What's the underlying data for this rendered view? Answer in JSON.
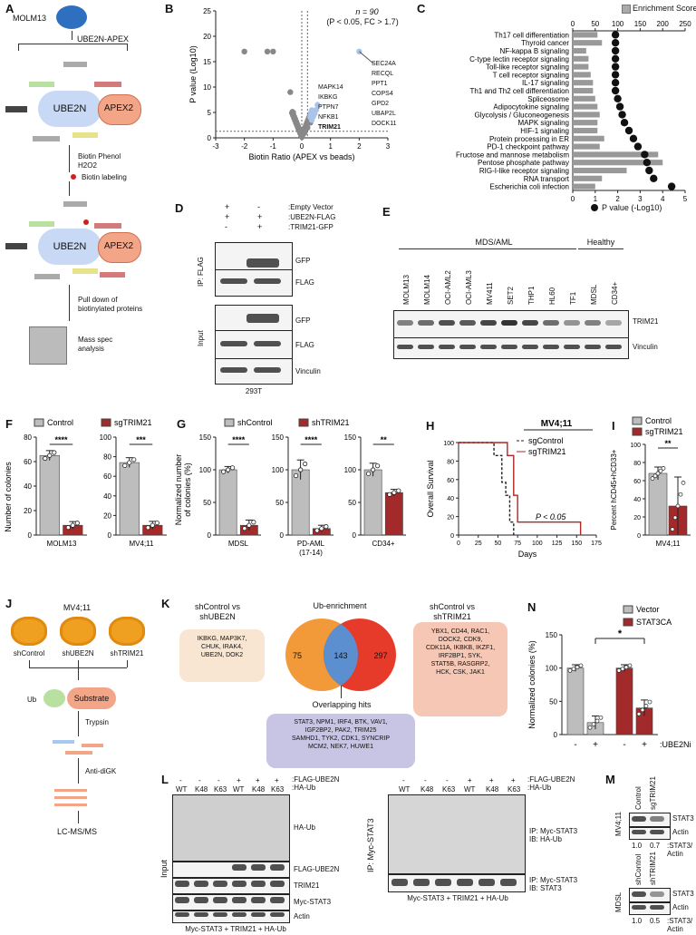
{
  "labels": {
    "A": "A",
    "B": "B",
    "C": "C",
    "D": "D",
    "E": "E",
    "F": "F",
    "G": "G",
    "H": "H",
    "I": "I",
    "J": "J",
    "K": "K",
    "L": "L",
    "M": "M",
    "N": "N"
  },
  "panelA": {
    "cell": "MOLM13",
    "construct": "UBE2N-APEX",
    "ube2n": "UBE2N",
    "apex2": "APEX2",
    "step1": "Biotin Phenol",
    "step1b": "H2O2",
    "biotin": "Biotin labeling",
    "step2": "Pull down of",
    "step2b": "biotinylated proteins",
    "step3": "Mass spec",
    "step3b": "analysis"
  },
  "panelB": {
    "n_label": "n = 90",
    "criteria": "(P < 0.05, FC > 1.7)",
    "hits_right": [
      "SEC24A",
      "RECQL",
      "PPT1",
      "COPS4",
      "GPD2",
      "UBAP2L",
      "DOCK11"
    ],
    "hits_left": [
      "MAPK14",
      "IKBKG",
      "PTPN7",
      "NFKB1",
      "TRIM21"
    ]
  },
  "panelC": {
    "legend_bar": "Enrichment Score",
    "legend_dot": "P value (-Log10)"
  },
  "panelD": {
    "rows": [
      ":Empty Vector",
      ":UBE2N-FLAG",
      ":TRIM21-GFP"
    ],
    "signs": [
      [
        "+",
        "-"
      ],
      [
        "+",
        "+"
      ],
      [
        "-",
        "+"
      ]
    ],
    "ip": "IP: FLAG",
    "input": "Input",
    "blots": [
      "GFP",
      "FLAG",
      "GFP",
      "FLAG",
      "Vinculin"
    ],
    "cell": "293T"
  },
  "panelE": {
    "group1": "MDS/AML",
    "group2": "Healthy",
    "lanes": [
      "MOLM13",
      "MOLM14",
      "OCI-AML2",
      "OCI-AML3",
      "MV411",
      "SET2",
      "THP1",
      "HL60",
      "TF1",
      "MDSL",
      "CD34+"
    ],
    "blots": [
      "TRIM21",
      "Vinculin"
    ]
  },
  "panelF": {
    "legend": [
      "Control",
      "sgTRIM21"
    ],
    "ylabel": "Number of colonies",
    "groups": [
      "MOLM13",
      "MV4;11"
    ],
    "sig": [
      "****",
      "***"
    ]
  },
  "panelG": {
    "legend": [
      "shControl",
      "shTRIM21"
    ],
    "ylabel": "Normalized number\nof colonies (%)",
    "groups": [
      "MDSL",
      "PD-AML\n(17-14)",
      "CD34+"
    ],
    "sig": [
      "****",
      "****",
      "**"
    ]
  },
  "panelH": {
    "title": "MV4;11",
    "legend": [
      "sgControl",
      "sgTRIM21"
    ],
    "ylabel": "Overall Survival",
    "xlabel": "Days",
    "pval": "P < 0.05"
  },
  "panelI": {
    "legend": [
      "Control",
      "sgTRIM21"
    ],
    "ylabel": "Percent hCD45+hCD33+",
    "group": "MV4;11",
    "sig": "**"
  },
  "panelJ": {
    "title": "MV4;11",
    "groups": [
      "shControl",
      "shUBE2N",
      "shTRIM21"
    ],
    "ub": "Ub",
    "substrate": "Substrate",
    "trypsin": "Trypsin",
    "antidigk": "Anti-diGK",
    "lcms": "LC-MS/MS"
  },
  "panelK": {
    "left_title": "shControl vs\nshUBE2N",
    "right_title": "shControl vs\nshTRIM21",
    "center_title": "Ub-enrichment",
    "left_n": "75",
    "mid_n": "143",
    "right_n": "297",
    "left_genes": "IKBKG, MAP3K7,\nCHUK, IRAK4,\nUBE2N, DOK2",
    "right_genes": "YBX1, CD44, RAC1,\nDOCK2, CDK9,\nCDK11A, IKBKB, IKZF1,\nIRF2BP1, SYK,\nSTAT5B, RASGRP2,\nHCK, CSK, JAK1",
    "overlap_title": "Overlapping hits",
    "overlap_genes": "STAT3, NPM1, IRF4, BTK, VAV1,\nIGF2BP2, PAK2, TRIM25\nSAMHD1, TYK2, CDK1, SYNCRIP\nMCM2, NEK7, HUWE1"
  },
  "panelN": {
    "legend": [
      "Vector",
      "STAT3CA"
    ],
    "ylabel": "Normalized colonies (%)",
    "xlabel": ":UBE2Ni",
    "signs": [
      "-",
      "+",
      "-",
      "+"
    ],
    "sig": "*"
  },
  "panelL": {
    "row1": ":FLAG-UBE2N",
    "row2": ":HA-Ub",
    "signs": [
      "-",
      "-",
      "-",
      "+",
      "+",
      "+"
    ],
    "lanes": [
      "WT",
      "K48",
      "K63",
      "WT",
      "K48",
      "K63"
    ],
    "left_blots": [
      "HA-Ub",
      "FLAG-UBE2N",
      "TRIM21",
      "Myc-STAT3",
      "Actin"
    ],
    "input": "Input",
    "ip": "IP: Myc-STAT3",
    "right_blots": [
      "IP: Myc-STAT3\nIB: HA-Ub",
      "IP: Myc-STAT3\nIB: STAT3"
    ],
    "caption": "Myc-STAT3 + TRIM21 + HA-Ub"
  },
  "panelM": {
    "cols1": [
      "Control",
      "sgTRIM21"
    ],
    "cols2": [
      "shControl",
      "shTRIM21"
    ],
    "cell1": "MV4;11",
    "cell2": "MDSL",
    "blots": [
      "STAT3",
      "Actin"
    ],
    "vals1": [
      "1.0",
      "0.7"
    ],
    "vals2": [
      "1.0",
      "0.5"
    ],
    "ratio": ":STAT3/\nActin"
  },
  "chart_data": [
    {
      "type": "scatter",
      "title": "",
      "xlabel": "Biotin Ratio (APEX vs beads)",
      "ylabel": "P value (Log10)",
      "xlim": [
        -3,
        3
      ],
      "ylim": [
        0,
        25
      ],
      "xticks": [
        -3,
        -2,
        -1,
        0,
        1,
        2,
        3
      ],
      "yticks": [
        0,
        5,
        10,
        15,
        20,
        25
      ],
      "series": [
        {
          "name": "",
          "color": "#888888",
          "points": [
            [
              -2,
              17
            ],
            [
              -1.2,
              17
            ],
            [
              -1,
              17
            ],
            [
              -0.4,
              9
            ],
            [
              -0.3,
              5
            ],
            [
              -0.2,
              3
            ],
            [
              -0.1,
              1.5
            ],
            [
              0,
              0.4
            ],
            [
              0.1,
              1
            ],
            [
              0.2,
              2
            ],
            [
              0.3,
              3
            ]
          ]
        },
        {
          "name": "",
          "color": "#a9c4e8",
          "points": [
            [
              0.35,
              3.5
            ],
            [
              0.4,
              4.2
            ],
            [
              0.45,
              4.8
            ],
            [
              0.5,
              5.5
            ],
            [
              0.55,
              6.5
            ],
            [
              2,
              17
            ]
          ]
        }
      ]
    },
    {
      "type": "bar",
      "categories": [
        "Th17 cell differentiation",
        "Thyroid cancer",
        "NF-kappa B signaling",
        "C-type lectin receptor signaling",
        "Toll-like receptor signaling",
        "T cell receptor signaling",
        "IL-17 signaling",
        "Th1 and Th2 cell differentiation",
        "Spliceosome",
        "Adipocytokine signaling",
        "Glycolysis / Gluconeogenesis",
        "MAPK signaling",
        "HIF-1 signaling",
        "Protein processing in ER",
        "PD-1 checkpoint pathway",
        "Fructose and mannose metabolism",
        "Pentose phosphate pathway",
        "RIG-I-like receptor signaling",
        "RNA transport",
        "Escherichia coli infection"
      ],
      "series": [
        {
          "name": "Enrichment Score",
          "values": [
            55,
            65,
            30,
            35,
            35,
            40,
            45,
            45,
            50,
            55,
            60,
            55,
            55,
            70,
            60,
            190,
            200,
            120,
            65,
            50
          ]
        },
        {
          "name": "P value (-Log10)",
          "values": [
            1.9,
            1.9,
            1.9,
            1.9,
            1.9,
            1.9,
            1.9,
            1.9,
            2.0,
            2.1,
            2.2,
            2.3,
            2.5,
            2.7,
            2.9,
            3.2,
            3.3,
            3.4,
            3.6,
            4.4
          ]
        }
      ],
      "xlim_top": [
        0,
        250
      ],
      "xticks_top": [
        0,
        50,
        100,
        150,
        200,
        250
      ],
      "xlim_bottom": [
        0,
        5
      ],
      "xticks_bottom": [
        0,
        1,
        2,
        3,
        4,
        5
      ]
    },
    {
      "type": "bar",
      "ylabel": "Number of colonies",
      "subcharts": [
        {
          "group": "MOLM13",
          "ylim": [
            0,
            80
          ],
          "yticks": [
            0,
            20,
            40,
            60,
            80
          ],
          "values": [
            65,
            8
          ],
          "errors": [
            4,
            3
          ]
        },
        {
          "group": "MV4;11",
          "ylim": [
            0,
            100
          ],
          "yticks": [
            0,
            20,
            40,
            60,
            80,
            100
          ],
          "values": [
            74,
            10
          ],
          "errors": [
            5,
            4
          ]
        }
      ],
      "series_names": [
        "Control",
        "sgTRIM21"
      ]
    },
    {
      "type": "bar",
      "ylabel": "Normalized number of colonies (%)",
      "subcharts": [
        {
          "group": "MDSL",
          "ylim": [
            0,
            150
          ],
          "yticks": [
            0,
            50,
            100,
            150
          ],
          "values": [
            100,
            15
          ],
          "errors": [
            5,
            8
          ]
        },
        {
          "group": "PD-AML (17-14)",
          "ylim": [
            0,
            150
          ],
          "yticks": [
            0,
            50,
            100,
            150
          ],
          "values": [
            100,
            10
          ],
          "errors": [
            15,
            5
          ]
        },
        {
          "group": "CD34+",
          "ylim": [
            0,
            150
          ],
          "yticks": [
            0,
            50,
            100,
            150
          ],
          "values": [
            100,
            65
          ],
          "errors": [
            10,
            5
          ]
        }
      ],
      "series_names": [
        "shControl",
        "shTRIM21"
      ]
    },
    {
      "type": "line",
      "title": "MV4;11",
      "xlabel": "Days",
      "ylabel": "Overall Survival",
      "xlim": [
        0,
        175
      ],
      "ylim": [
        0,
        100
      ],
      "xticks": [
        0,
        25,
        50,
        75,
        100,
        125,
        150,
        175
      ],
      "yticks": [
        0,
        20,
        40,
        60,
        80,
        100
      ],
      "series": [
        {
          "name": "sgControl",
          "x": [
            0,
            45,
            45,
            55,
            55,
            60,
            60,
            65,
            65,
            70,
            70
          ],
          "y": [
            100,
            100,
            86,
            86,
            57,
            57,
            43,
            43,
            14,
            14,
            0
          ]
        },
        {
          "name": "sgTRIM21",
          "x": [
            0,
            62,
            62,
            70,
            70,
            75,
            75,
            155,
            155
          ],
          "y": [
            100,
            100,
            86,
            86,
            43,
            43,
            14,
            14,
            0
          ]
        }
      ]
    },
    {
      "type": "bar",
      "ylabel": "Percent hCD45+hCD33+",
      "categories": [
        "Control",
        "sgTRIM21"
      ],
      "values": [
        68,
        32
      ],
      "errors": [
        7,
        32
      ],
      "ylim": [
        0,
        100
      ],
      "yticks": [
        0,
        20,
        40,
        60,
        80,
        100
      ]
    },
    {
      "type": "bar",
      "ylabel": "Normalized colonies (%)",
      "categories": [
        "Vector -",
        "Vector +",
        "STAT3CA -",
        "STAT3CA +"
      ],
      "values": [
        100,
        18,
        100,
        40
      ],
      "errors": [
        5,
        10,
        5,
        12
      ],
      "ylim": [
        0,
        150
      ],
      "yticks": [
        0,
        50,
        100,
        150
      ]
    }
  ]
}
